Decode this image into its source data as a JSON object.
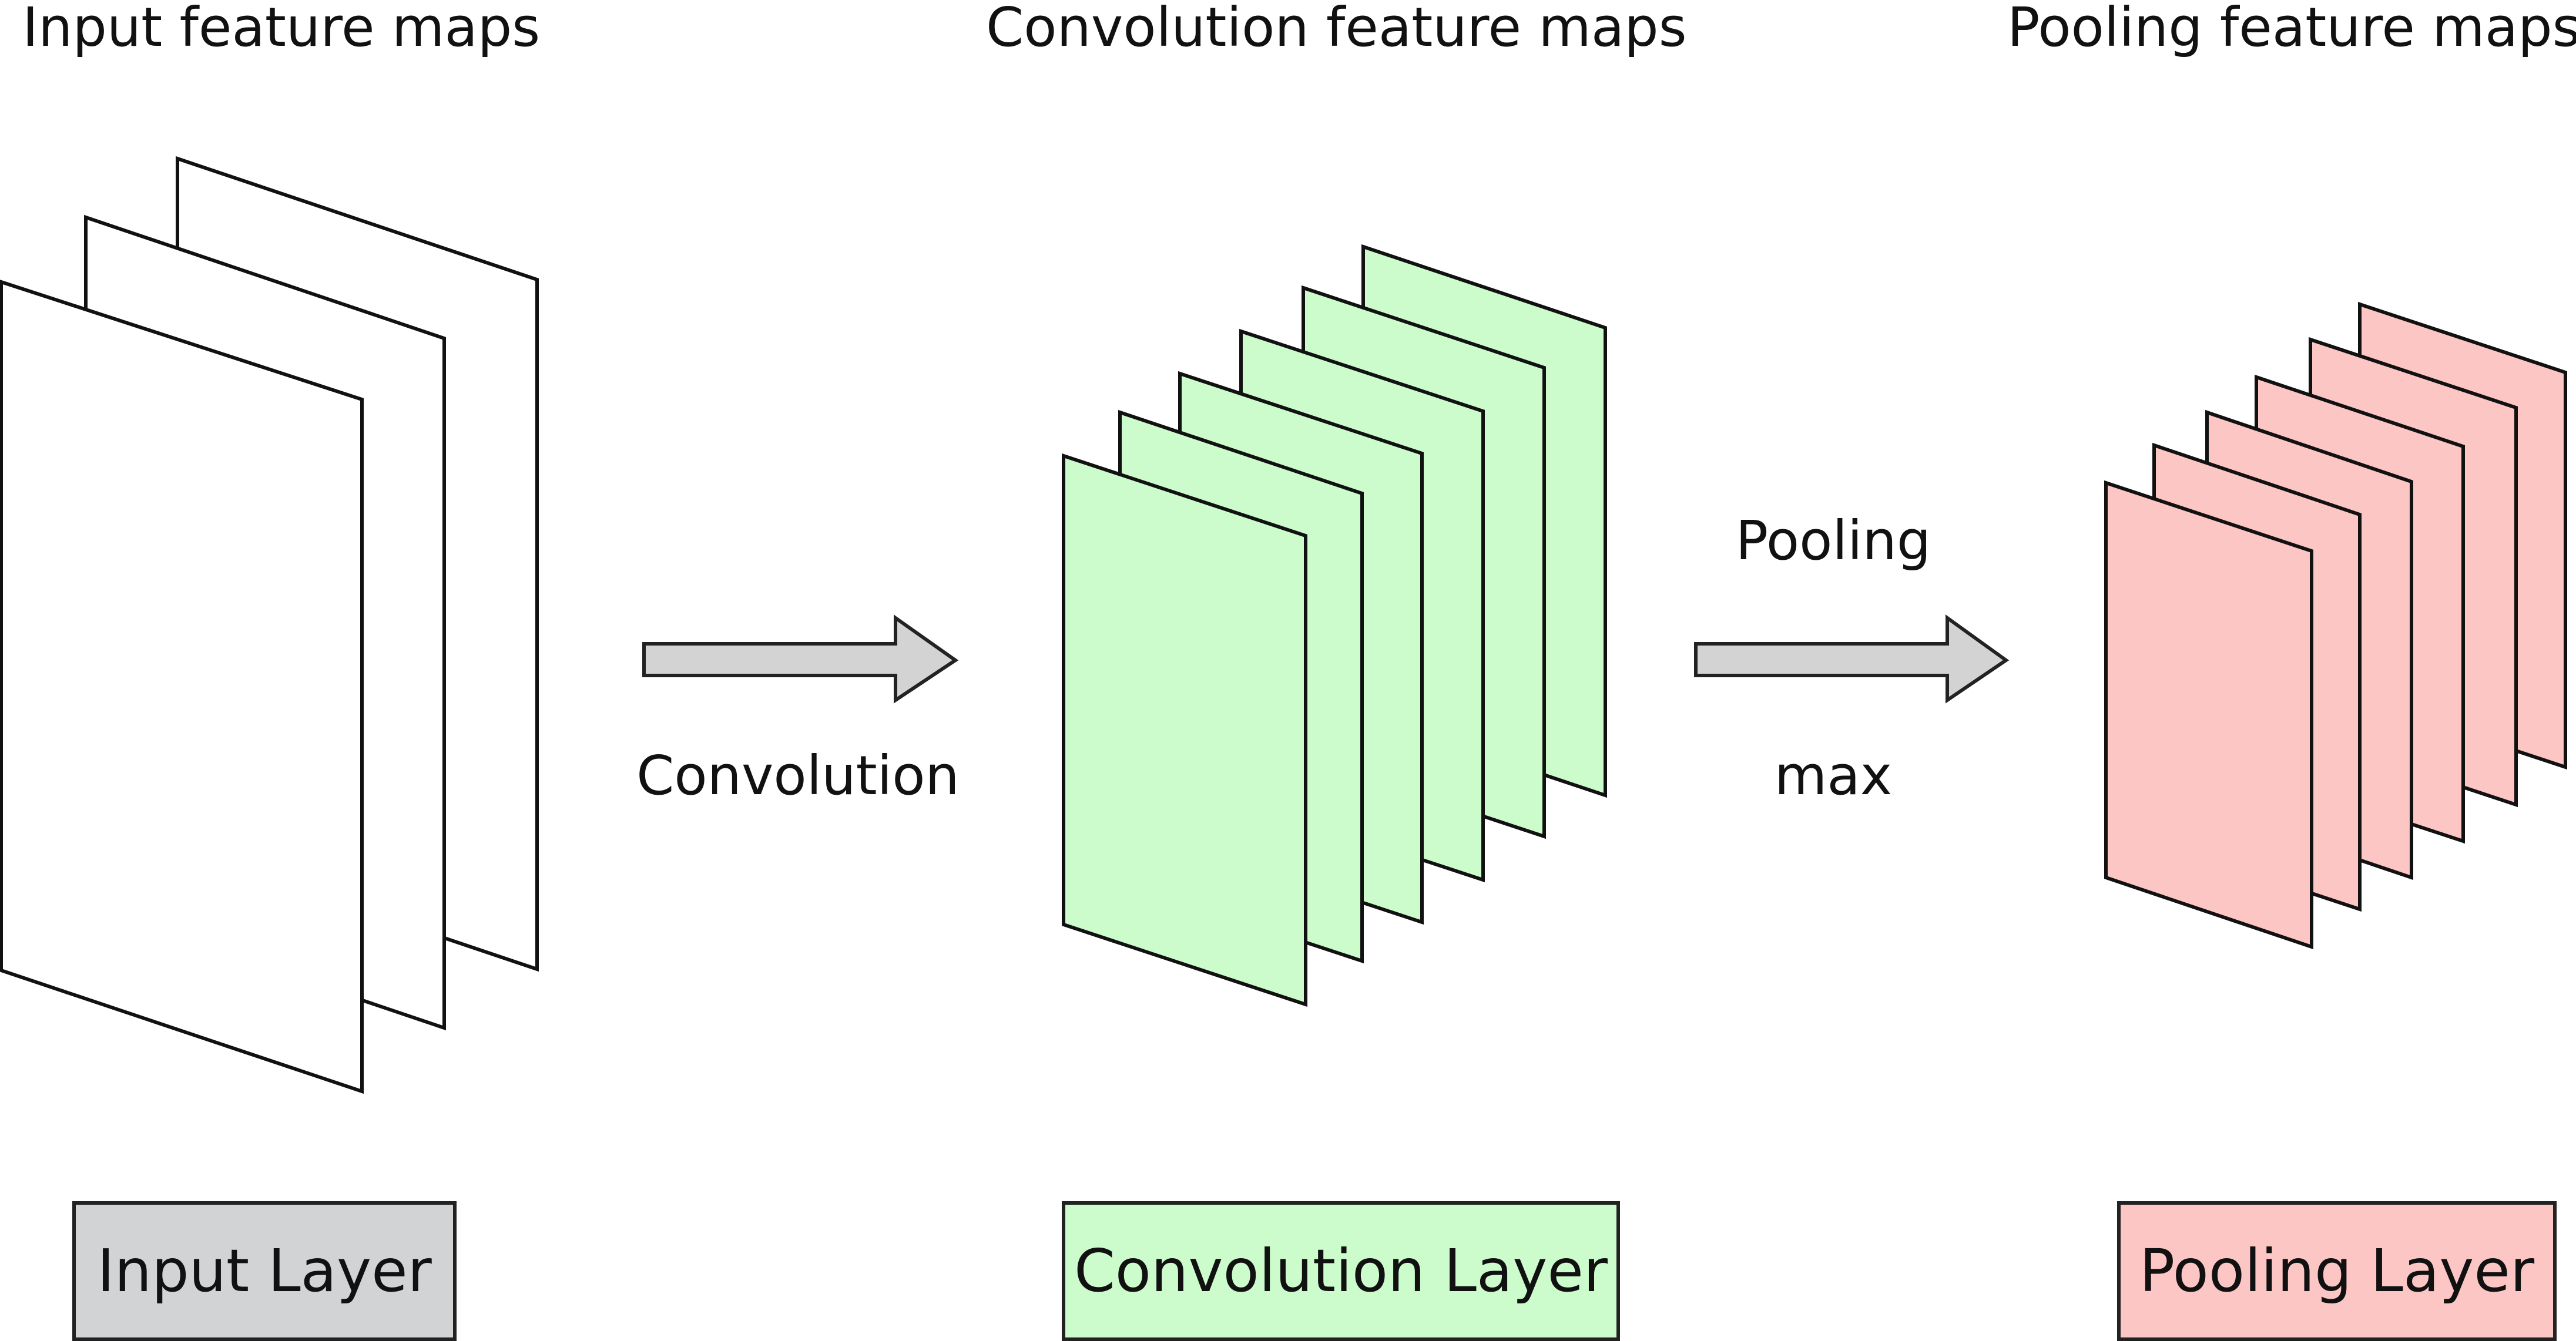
{
  "headings": {
    "input": "Input feature maps",
    "convolution": "Convolution feature maps",
    "pooling": "Pooling feature maps"
  },
  "operations": {
    "convolution": "Convolution",
    "pooling_top": "Pooling",
    "pooling_bottom": "max"
  },
  "layers": {
    "input": "Input Layer",
    "convolution": "Convolution Layer",
    "pooling": "Pooling Layer"
  },
  "colors": {
    "input_fill": "#ffffff",
    "convolution_fill": "#ccfccc",
    "pooling_fill": "#fcc6c4",
    "input_box": "#d2d3d5",
    "arrow_fill": "#d3d3d3",
    "stroke": "#111111"
  }
}
